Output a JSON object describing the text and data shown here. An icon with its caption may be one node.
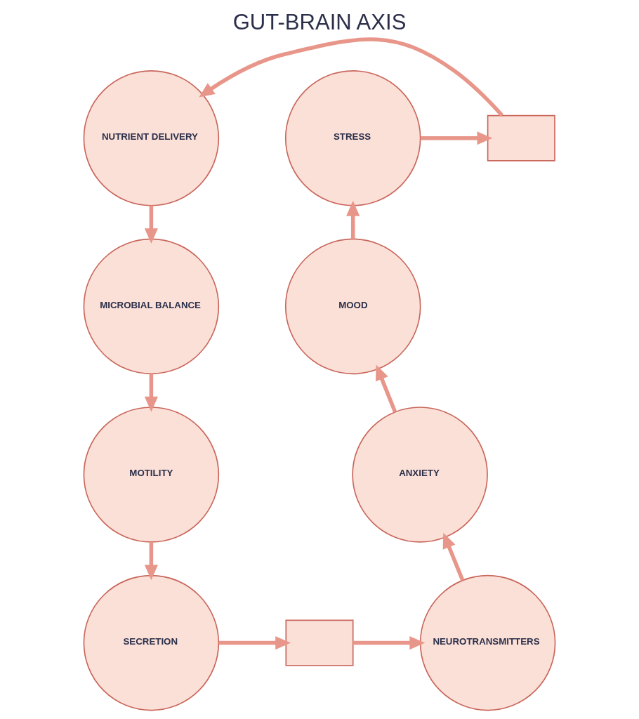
{
  "diagram": {
    "title": "GUT-BRAIN AXIS",
    "nodes": [
      {
        "text": [],
        "shape": "box"
      },
      {
        "text": [],
        "shape": "box"
      },
      {
        "text": [
          "NUTRIENT DELIVERY"
        ]
      },
      {
        "text": [
          "MICROBIAL BALANCE"
        ]
      },
      {
        "text": [
          "MOTILITY"
        ]
      },
      {
        "text": [
          "SECRETION"
        ]
      },
      {
        "text": [
          "STRESS"
        ]
      },
      {
        "text": [
          "MOOD"
        ]
      },
      {
        "text": [
          "ANXIETY"
        ]
      },
      {
        "text": [
          "NEUROTRANSMITTERS"
        ]
      }
    ],
    "edges": [
      {
        "from": 0,
        "to": 2,
        "arrow": "to"
      },
      {
        "from": 2,
        "to": 3,
        "arrow": "to"
      },
      {
        "from": 3,
        "to": 4,
        "arrow": "to"
      },
      {
        "from": 4,
        "to": 5,
        "arrow": "to"
      },
      {
        "from": 5,
        "to": 1,
        "arrow": "to"
      },
      {
        "from": 1,
        "to": 9,
        "arrow": "to"
      },
      {
        "from": 9,
        "to": 8,
        "arrow": "to"
      },
      {
        "from": 8,
        "to": 7,
        "arrow": "to"
      },
      {
        "from": 7,
        "to": 6,
        "arrow": "to"
      },
      {
        "from": 6,
        "to": 0,
        "arrow": "to"
      }
    ]
  }
}
